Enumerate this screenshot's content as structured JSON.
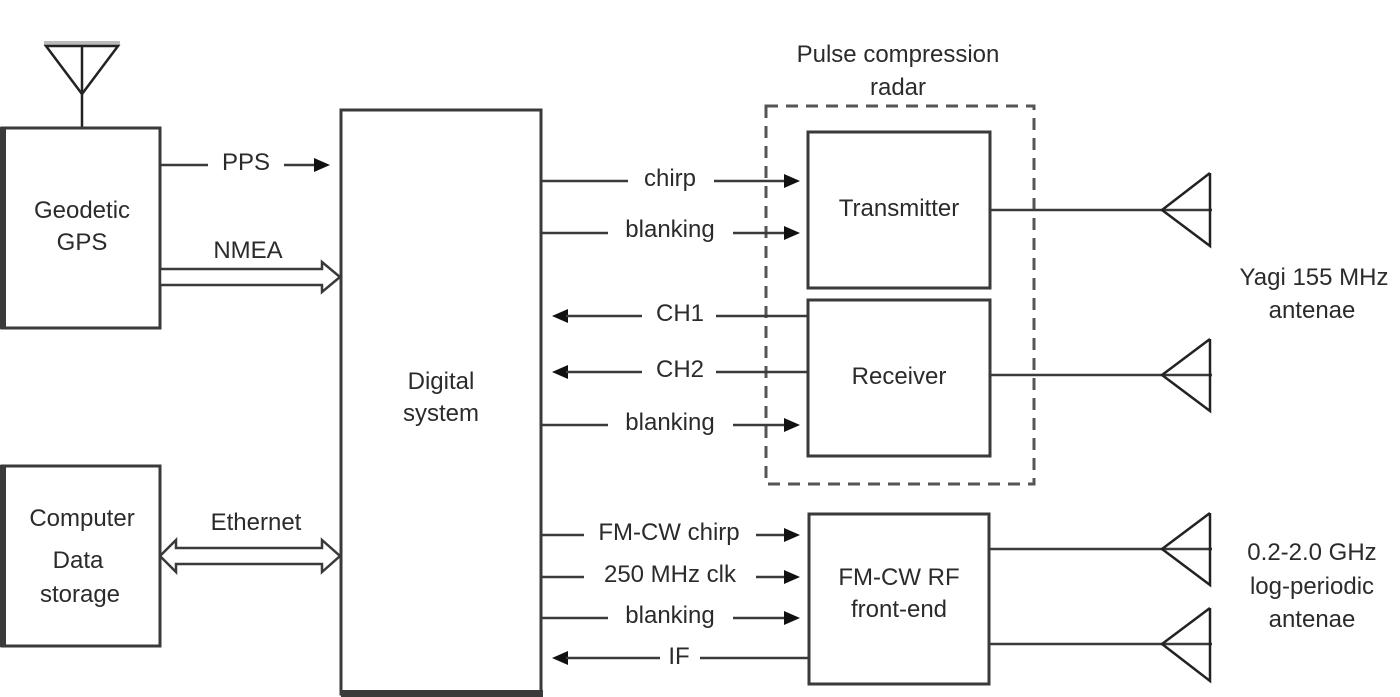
{
  "diagram": {
    "blocks": {
      "gps": [
        "Geodetic",
        "GPS"
      ],
      "computer": [
        "Computer",
        "Data",
        "storage"
      ],
      "digital": [
        "Digital",
        "system"
      ],
      "radar_group": [
        "Pulse compression",
        "radar"
      ],
      "transmitter": "Transmitter",
      "receiver": "Receiver",
      "fmcw": [
        "FM-CW RF",
        "front-end"
      ]
    },
    "signals": {
      "pps": "PPS",
      "nmea": "NMEA",
      "ethernet": "Ethernet",
      "tx_chirp": "chirp",
      "tx_blanking": "blanking",
      "ch1": "CH1",
      "ch2": "CH2",
      "rx_blanking": "blanking",
      "fmcw_chirp": "FM-CW chirp",
      "clk": "250 MHz clk",
      "fmcw_blanking": "blanking",
      "if": "IF"
    },
    "antennas": {
      "yagi": [
        "Yagi 155 MHz",
        "antenae"
      ],
      "logperiodic": [
        "0.2-2.0 GHz",
        "log-periodic",
        "antenae"
      ]
    }
  }
}
